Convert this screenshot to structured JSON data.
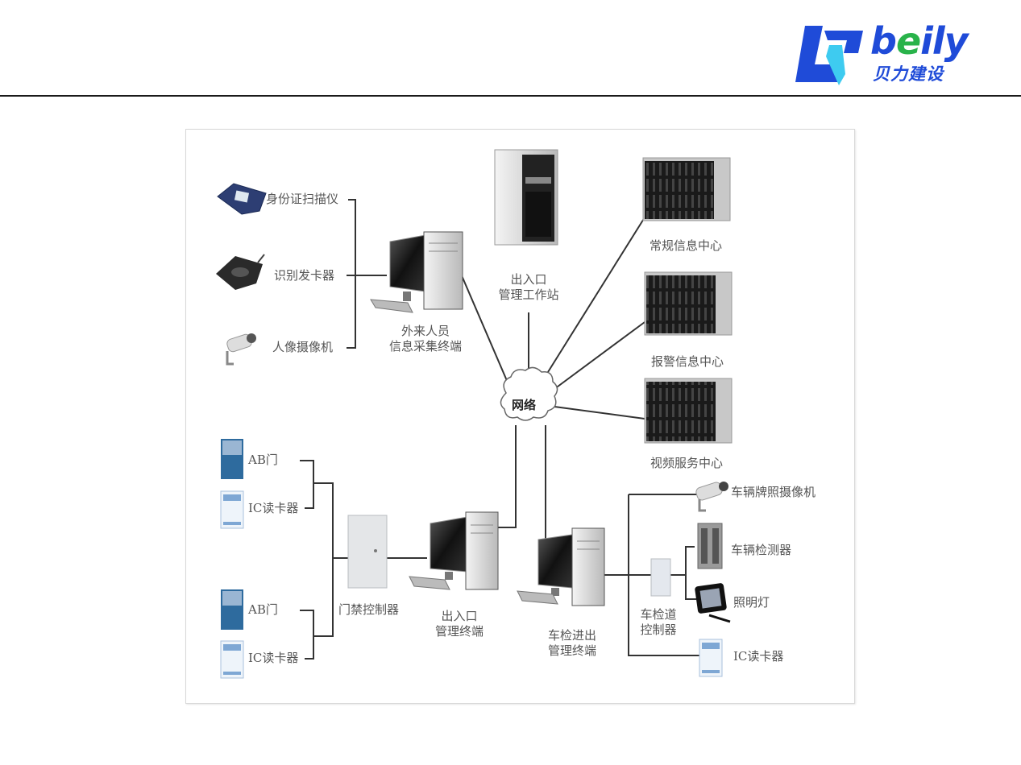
{
  "header": {
    "logo": {
      "word_prefix": "b",
      "word_accent": "e",
      "word_suffix": "ily",
      "chinese": "贝力建设"
    },
    "colors": {
      "brand_blue": "#1f4bd8",
      "brand_cyan": "#3ecbf0",
      "brand_green": "#29b34a"
    }
  },
  "diagram": {
    "network_label": "网络",
    "visitor_devices": {
      "id_scanner": "身份证扫描仪",
      "card_issuer": "识别发卡器",
      "portrait_camera": "人像摄像机",
      "terminal_line1": "外来人员",
      "terminal_line2": "信息采集终端"
    },
    "workstation": {
      "line1": "出入口",
      "line2": "管理工作站"
    },
    "servers": {
      "general": "常规信息中心",
      "alarm": "报警信息中心",
      "video": "视频服务中心"
    },
    "access_control": {
      "ab_door_1": "AB门",
      "ic_reader_1": "IC读卡器",
      "ab_door_2": "AB门",
      "ic_reader_2": "IC读卡器",
      "controller": "门禁控制器",
      "terminal_line1": "出入口",
      "terminal_line2": "管理终端"
    },
    "vehicle": {
      "terminal_line1": "车检进出",
      "terminal_line2": "管理终端",
      "controller_line1": "车检道",
      "controller_line2": "控制器",
      "plate_camera": "车辆牌照摄像机",
      "detector": "车辆检测器",
      "light": "照明灯",
      "ic_reader": "IC读卡器"
    }
  }
}
